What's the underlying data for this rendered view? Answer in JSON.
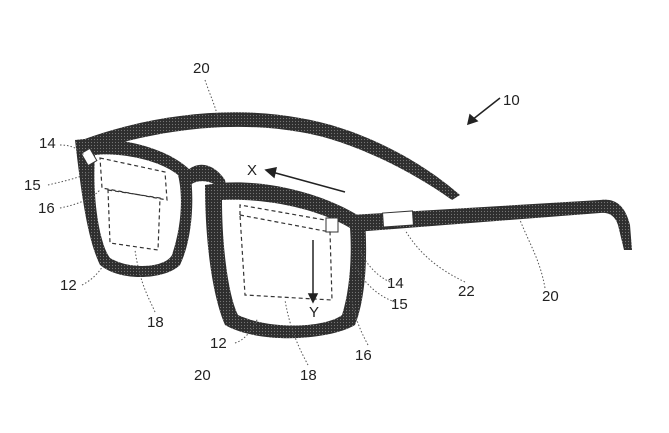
{
  "labels": {
    "temple_top": "20",
    "device": "10",
    "left_sensor": "14",
    "left_15": "15",
    "left_16": "16",
    "left_lens": "12",
    "left_18": "18",
    "axis_x": "X",
    "axis_y": "Y",
    "right_sensor": "14",
    "right_15": "15",
    "module": "22",
    "temple_right": "20",
    "right_lens": "12",
    "right_16": "16",
    "frame_bottom": "20",
    "right_18": "18"
  },
  "colors": {
    "frame": "#3a3a3a",
    "line": "#333333"
  }
}
